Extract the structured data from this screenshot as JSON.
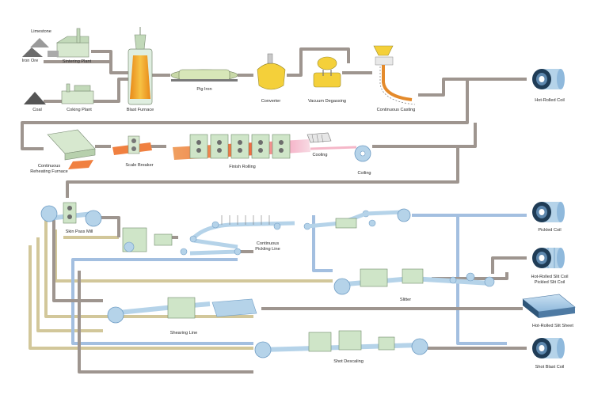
{
  "colors": {
    "flow_gray": "#9e958f",
    "flow_blue": "#a3bfe0",
    "flow_tan": "#d2c79a",
    "equipment_green": "#cfe5c8",
    "roll_blue": "#b5d3e9",
    "coil_dark": "#1f3c56",
    "furnace_orange": "#f2a62e",
    "hot_steel": "#f08040",
    "cooling_pink": "#f5b7c8",
    "liquid_yellow": "#f4d03a"
  },
  "labels": {
    "limestone": "Limestone",
    "iron_ore": "Iron Ore",
    "sintering_plant": "Sintering Plant",
    "coal": "Coal",
    "coking_plant": "Coking Plant",
    "blast_furnace": "Blast Furnace",
    "pig_iron": "Pig Iron",
    "converter": "Converter",
    "vacuum_degassing": "Vacuum Degassing",
    "continuous_casting": "Continuous Casting",
    "hot_rolled_coil": "Hot-Rolled Coil",
    "continuous_reheating_furnace_1": "Continuous",
    "continuous_reheating_furnace_2": "Reheating Furnace",
    "scale_breaker": "Scale Breaker",
    "finish_rolling": "Finish Rolling",
    "cooling": "Cooling",
    "coiling": "Coiling",
    "skin_pass_mill": "Skin Pass Mill",
    "continuous_pickling_line_1": "Continuous",
    "continuous_pickling_line_2": "Pickling Line",
    "pickled_coil": "Pickled Coil",
    "slit_coil_1": "Hot-Rolled Slit Coil",
    "slit_coil_2": "Pickled Slit Coil",
    "slitter": "Slitter",
    "shearing_line": "Shearing Line",
    "slit_sheet": "Hot-Rolled Slit Sheet",
    "shot_descaling": "Shot Descaling",
    "shot_blast_coil": "Shot Blast Coil"
  }
}
